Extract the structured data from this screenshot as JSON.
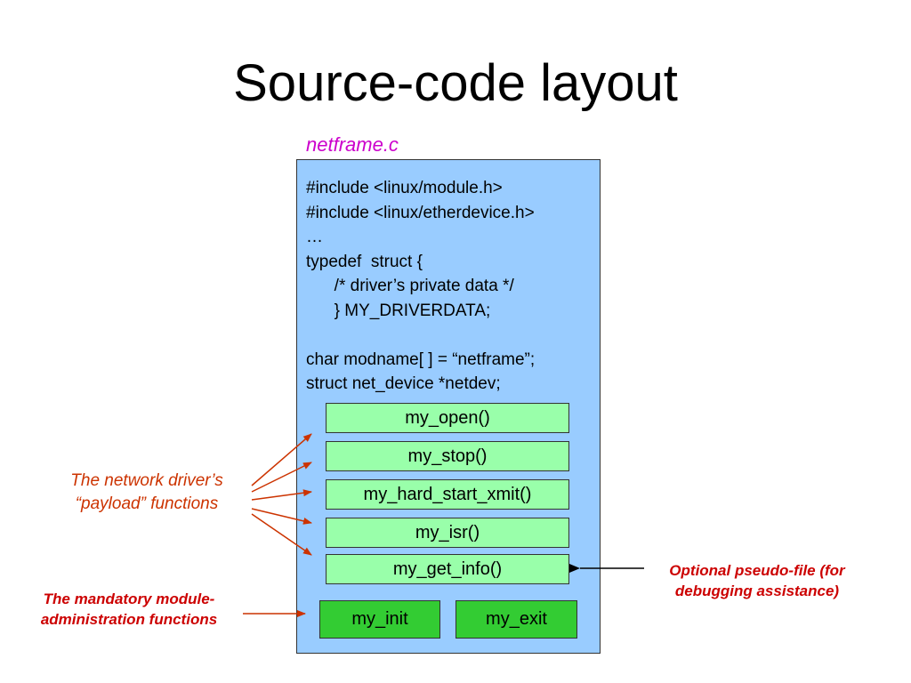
{
  "title": "Source-code layout",
  "file": {
    "name": "netframe.c",
    "code_lines": [
      "#include <linux/module.h>",
      "#include <linux/etherdevice.h>",
      "…",
      "typedef  struct {",
      "      /* driver’s private data */",
      "      } MY_DRIVERDATA;",
      "",
      "char modname[ ] = “netframe”;",
      "struct net_device *netdev;"
    ]
  },
  "payload_functions": [
    "my_open()",
    "my_stop()",
    "my_hard_start_xmit()",
    "my_isr()",
    "my_get_info()"
  ],
  "admin_functions": [
    "my_init",
    "my_exit"
  ],
  "annotations": {
    "payload_line1": "The network driver’s",
    "payload_line2": "“payload” functions",
    "admin_line1": "The mandatory module-",
    "admin_line2": "administration functions",
    "optional_line1": "Optional pseudo-file (for",
    "optional_line2": "debugging assistance)"
  },
  "colors": {
    "file_box": "#99ccff",
    "payload_box": "#99ffaa",
    "admin_box": "#33cc33",
    "filename_text": "#cc00cc",
    "annotation_text": "#cc0000",
    "payload_arrow": "#cc3300"
  }
}
